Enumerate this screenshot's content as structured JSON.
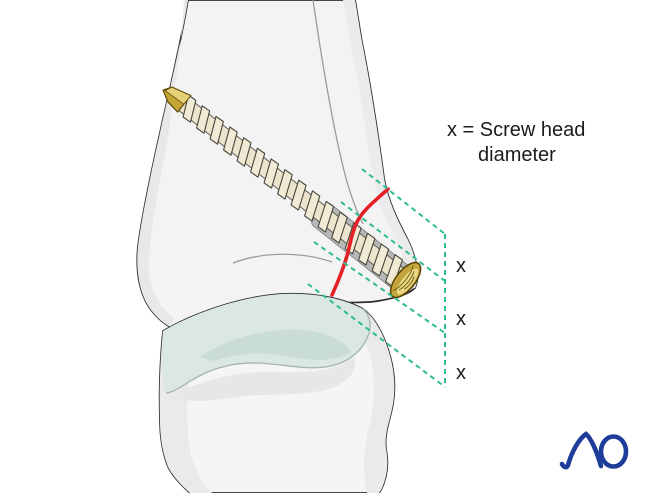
{
  "illustration": {
    "title_hint": "Ankle lateral malleolus lag screw fixation with screw-head-diameter measurement guides",
    "annotation": {
      "line1": "x = Screw head",
      "line2": "diameter"
    },
    "x_labels": [
      "x",
      "x",
      "x"
    ],
    "logo_text": "AO",
    "colors": {
      "guide_green": "#2ebd8e",
      "fracture_red": "#e32126",
      "screw_gold": "#c4a43c",
      "screw_thread_cream": "#f1ead4",
      "cartilage_teal": "#dbe7e2",
      "bone_fill": "#f3f3f3",
      "bone_outline": "#2d2d2d",
      "logo_blue": "#1e3c99"
    }
  }
}
